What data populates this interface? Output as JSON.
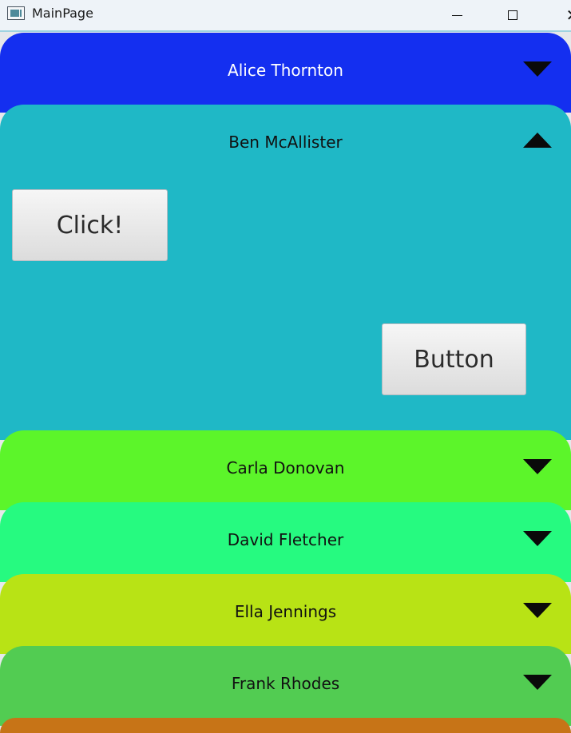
{
  "window": {
    "title": "MainPage",
    "close_glyph": "✕"
  },
  "panels": [
    {
      "name": "Alice Thornton",
      "color": "#142ff0",
      "text_color": "#ffffff",
      "expanded": false
    },
    {
      "name": "Ben McAllister",
      "color": "#1fb8c6",
      "text_color": "#111111",
      "expanded": true
    },
    {
      "name": "Carla Donovan",
      "color": "#5cf52a",
      "text_color": "#111111",
      "expanded": false
    },
    {
      "name": "David Fletcher",
      "color": "#26fa80",
      "text_color": "#111111",
      "expanded": false
    },
    {
      "name": "Ella Jennings",
      "color": "#b8e315",
      "text_color": "#111111",
      "expanded": false
    },
    {
      "name": "Frank Rhodes",
      "color": "#52cc52",
      "text_color": "#111111",
      "expanded": false
    },
    {
      "name": "",
      "color": "#c77417",
      "text_color": "#111111",
      "expanded": false
    }
  ],
  "expanded_content": {
    "click_button_label": "Click!",
    "button_label": "Button"
  }
}
